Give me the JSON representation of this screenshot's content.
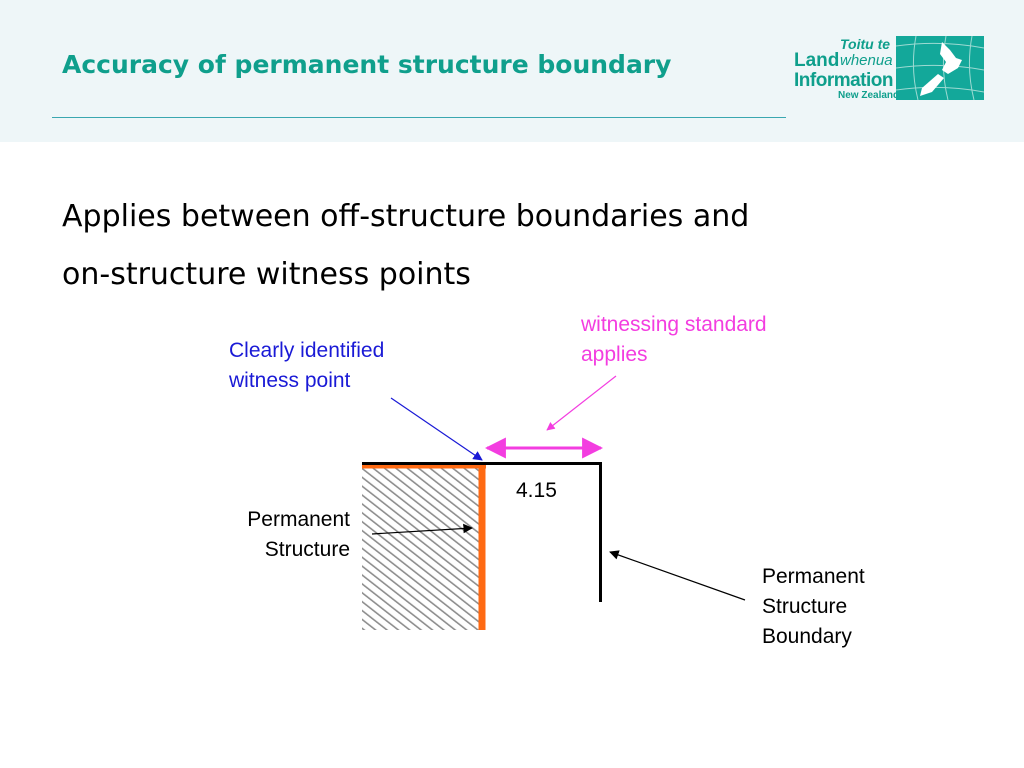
{
  "header": {
    "title": "Accuracy of permanent structure boundary"
  },
  "logo": {
    "line1": "Toitu te",
    "line2_bold": "Land",
    "line2_italic": "whenua",
    "line3": "Information",
    "line4": "New Zealand"
  },
  "body": {
    "lead_line1": "Applies between off-structure boundaries and",
    "lead_line2": "on-structure witness points"
  },
  "diagram": {
    "witness_point_label_line1": "Clearly identified",
    "witness_point_label_line2": "witness point",
    "witnessing_label_line1": "witnessing standard",
    "witnessing_label_line2": "applies",
    "distance": "4.15",
    "structure_label_line1": "Permanent",
    "structure_label_line2": "Structure",
    "boundary_label_line1": "Permanent",
    "boundary_label_line2": "Structure",
    "boundary_label_line3": "Boundary"
  },
  "colors": {
    "title_teal": "#0f9f8c",
    "witness_blue": "#1a1ad6",
    "witnessing_pink": "#f33de0",
    "structure_orange": "#ff6a13"
  }
}
